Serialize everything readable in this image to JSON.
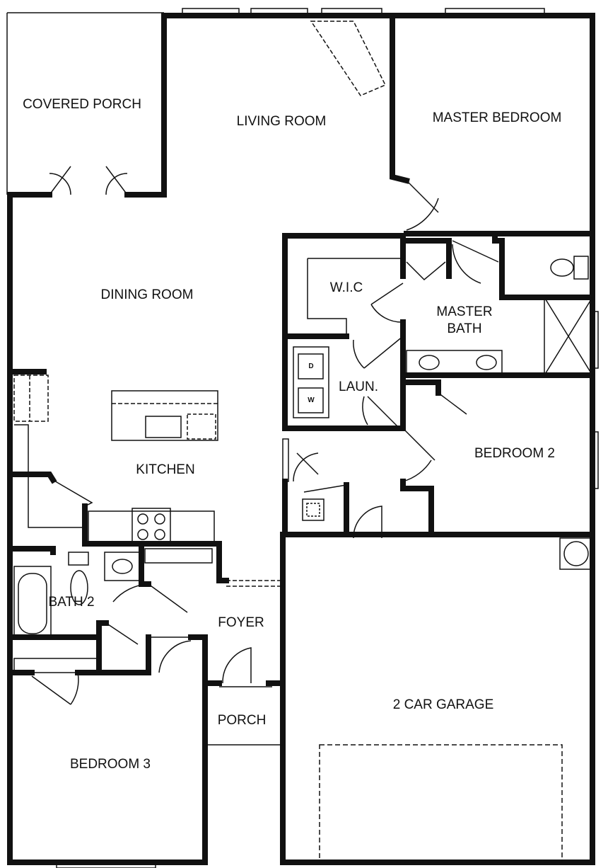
{
  "rooms": {
    "covered_porch": "COVERED PORCH",
    "living_room": "LIVING ROOM",
    "master_bedroom": "MASTER BEDROOM",
    "dining_room": "DINING ROOM",
    "wic": "W.I.C",
    "master_bath_1": "MASTER",
    "master_bath_2": "BATH",
    "laundry": "LAUN.",
    "kitchen": "KITCHEN",
    "bedroom_2": "BEDROOM 2",
    "bath_2": "BATH 2",
    "foyer": "FOYER",
    "porch": "PORCH",
    "garage": "2 CAR GARAGE",
    "bedroom_3": "BEDROOM 3"
  },
  "appliances": {
    "dryer": "D",
    "washer": "W"
  },
  "colors": {
    "wall": "#111111",
    "background": "#ffffff"
  }
}
